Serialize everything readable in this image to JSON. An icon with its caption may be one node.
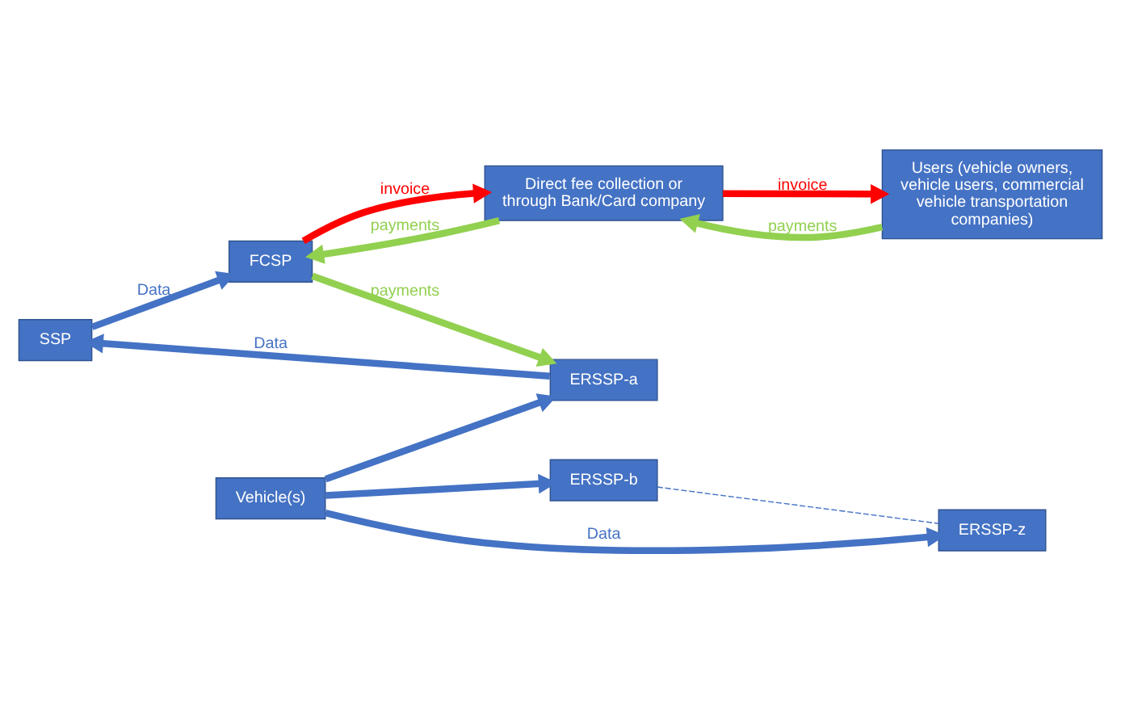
{
  "diagram": {
    "nodes": [
      {
        "text": [
          "SSP"
        ]
      },
      {
        "text": [
          "ERSSP-a"
        ]
      },
      {
        "text": [
          "ERSSP-b"
        ]
      },
      {
        "text": [
          "ERSSP-z"
        ]
      },
      {
        "text": [
          "FCSP"
        ]
      },
      {
        "text": [
          "Vehicle(s)"
        ]
      },
      {
        "text": [
          "Direct fee collection or through Bank/Card company"
        ]
      },
      {
        "text": [
          "Users (vehicle owners, vehicle users, commercial vehicle transportation companies)"
        ]
      }
    ],
    "edges": [
      {
        "from": 1,
        "to": 0,
        "arrow": "to",
        "label": "Data"
      },
      {
        "from": 0,
        "to": 4,
        "arrow": "to",
        "label": "Data"
      },
      {
        "from": 4,
        "to": 1,
        "arrow": "to",
        "label": "payments",
        "color": "#92d050"
      },
      {
        "from": 5,
        "to": 1,
        "arrow": "to"
      },
      {
        "from": 5,
        "to": 2,
        "arrow": "to"
      },
      {
        "from": 5,
        "to": 3,
        "arrow": "to",
        "label": "Data"
      },
      {
        "from": 2,
        "to": 3,
        "arrow": "none",
        "style": "dashed"
      },
      {
        "from": 4,
        "to": 6,
        "arrow": "to",
        "label": "invoice",
        "color": "#ff0000"
      },
      {
        "from": 6,
        "to": 4,
        "arrow": "to",
        "label": "payments",
        "color": "#92d050"
      },
      {
        "from": 7,
        "to": 6,
        "arrow": "to",
        "label": "payments",
        "color": "#92d050"
      },
      {
        "from": 6,
        "to": 7,
        "arrow": "to",
        "label": "invoice",
        "color": "#ff0000"
      }
    ]
  }
}
